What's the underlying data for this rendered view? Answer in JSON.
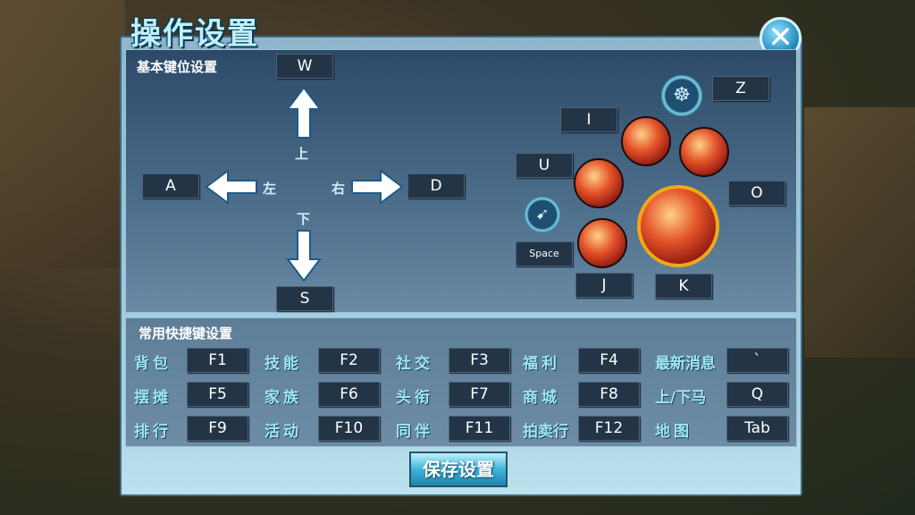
{
  "title": "操作设置",
  "close_icon": "close-icon",
  "basic": {
    "heading": "基本键位设置",
    "up_key": "W",
    "left_key": "A",
    "right_key": "D",
    "down_key": "S",
    "up": "上",
    "left": "左",
    "right": "右",
    "down": "下"
  },
  "skills": {
    "z": "Z",
    "i": "I",
    "u": "U",
    "o": "O",
    "space": "Space",
    "j": "J",
    "k": "K"
  },
  "shortcuts": {
    "heading": "常用快捷键设置",
    "rows": [
      [
        {
          "label": "背包",
          "key": "F1"
        },
        {
          "label": "技能",
          "key": "F2"
        },
        {
          "label": "社交",
          "key": "F3"
        },
        {
          "label": "福利",
          "key": "F4"
        },
        {
          "label": "最新消息",
          "key": "`"
        }
      ],
      [
        {
          "label": "摆摊",
          "key": "F5"
        },
        {
          "label": "家族",
          "key": "F6"
        },
        {
          "label": "头衔",
          "key": "F7"
        },
        {
          "label": "商城",
          "key": "F8"
        },
        {
          "label": "上/下马",
          "key": "Q"
        }
      ],
      [
        {
          "label": "排行",
          "key": "F9"
        },
        {
          "label": "活动",
          "key": "F10"
        },
        {
          "label": "同伴",
          "key": "F11"
        },
        {
          "label": "拍卖行",
          "key": "F12"
        },
        {
          "label": "地图",
          "key": "Tab"
        }
      ]
    ]
  },
  "save_label": "保存设置"
}
